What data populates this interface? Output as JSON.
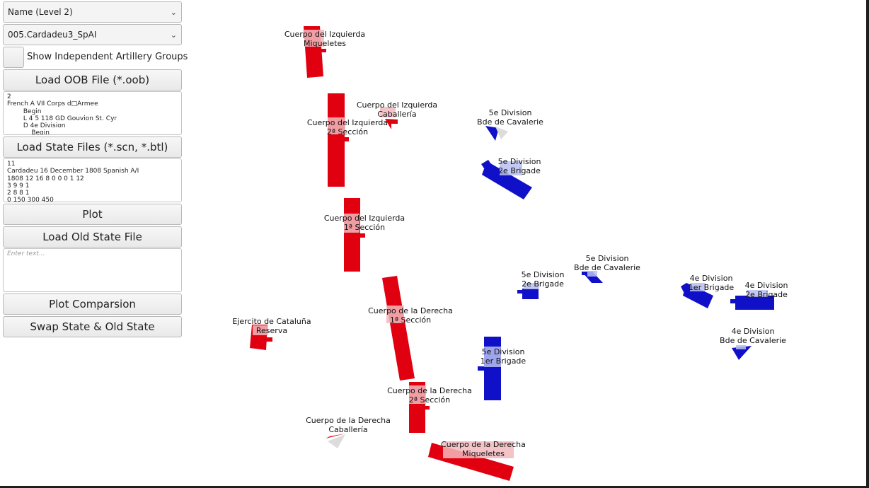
{
  "controls": {
    "level_select": "Name (Level 2)",
    "scenario_select": "005.Cardadeu3_SpAI",
    "toggle_label": "Show Independent Artillery Groups",
    "load_oob_label": "Load OOB File (*.oob)",
    "oob_text": [
      "2",
      "French A VII Corps d□Armee",
      "        Begin",
      "        L 4 5 118 GD Gouvion St. Cyr",
      "        D 4e Division",
      "            Begin"
    ],
    "load_state_label": "Load State Files (*.scn, *.btl)",
    "state_text": [
      "11",
      "Cardadeu 16 December 1808 Spanish A/I",
      "1808 12 16 8 0 0 0 1 12",
      "3 9 9 1",
      "2 8 8 1",
      "0 150 300 450"
    ],
    "plot_label": "Plot",
    "load_old_label": "Load Old State File",
    "old_state_placeholder": "Enter text...",
    "plot_comparison_label": "Plot Comparsion",
    "swap_label": "Swap State & Old State"
  },
  "map": {
    "colors": {
      "spanish": "#e00010",
      "french": "#1010c8",
      "highlight": "#f2b8bd",
      "highlight_blue": "#b8bff0"
    },
    "units": [
      {
        "id": "izq-miqueletes",
        "side": "spanish",
        "line1": "Cuerpo del Izquierda",
        "line2": "Miqueletes"
      },
      {
        "id": "izq-2-seccion",
        "side": "spanish",
        "line1": "Cuerpo del Izquierda",
        "line2": "2ª Sección"
      },
      {
        "id": "izq-caballeria",
        "side": "spanish",
        "line1": "Cuerpo del Izquierda",
        "line2": "Caballería"
      },
      {
        "id": "izq-1-seccion",
        "side": "spanish",
        "line1": "Cuerpo del Izquierda",
        "line2": "1ª Sección"
      },
      {
        "id": "der-1-seccion",
        "side": "spanish",
        "line1": "Cuerpo de la Derecha",
        "line2": "1ª Sección"
      },
      {
        "id": "ejercito-reserva",
        "side": "spanish",
        "line1": "Ejercito de Cataluña",
        "line2": "Reserva"
      },
      {
        "id": "der-2-seccion",
        "side": "spanish",
        "line1": "Cuerpo de la Derecha",
        "line2": "2ª Sección"
      },
      {
        "id": "der-caballeria",
        "side": "spanish",
        "line1": "Cuerpo de la Derecha",
        "line2": "Caballería"
      },
      {
        "id": "der-miqueletes",
        "side": "spanish",
        "line1": "Cuerpo de la Derecha",
        "line2": "Miqueletes"
      },
      {
        "id": "5e-cavalerie-top",
        "side": "french",
        "line1": "5e Division",
        "line2": "Bde de Cavalerie"
      },
      {
        "id": "5e-2e-brigade-top",
        "side": "french",
        "line1": "5e Division",
        "line2": "2e Brigade"
      },
      {
        "id": "5e-cavalerie-mid",
        "side": "french",
        "line1": "5e Division",
        "line2": "Bde de Cavalerie"
      },
      {
        "id": "5e-2e-brigade-mid",
        "side": "french",
        "line1": "5e Division",
        "line2": "2e Brigade"
      },
      {
        "id": "5e-1er-brigade",
        "side": "french",
        "line1": "5e Division",
        "line2": "1er Brigade"
      },
      {
        "id": "4e-1er-brigade",
        "side": "french",
        "line1": "4e Division",
        "line2": "1er Brigade"
      },
      {
        "id": "4e-2e-brigade",
        "side": "french",
        "line1": "4e Division",
        "line2": "2e Brigade"
      },
      {
        "id": "4e-cavalerie",
        "side": "french",
        "line1": "4e Division",
        "line2": "Bde de Cavalerie"
      }
    ]
  }
}
